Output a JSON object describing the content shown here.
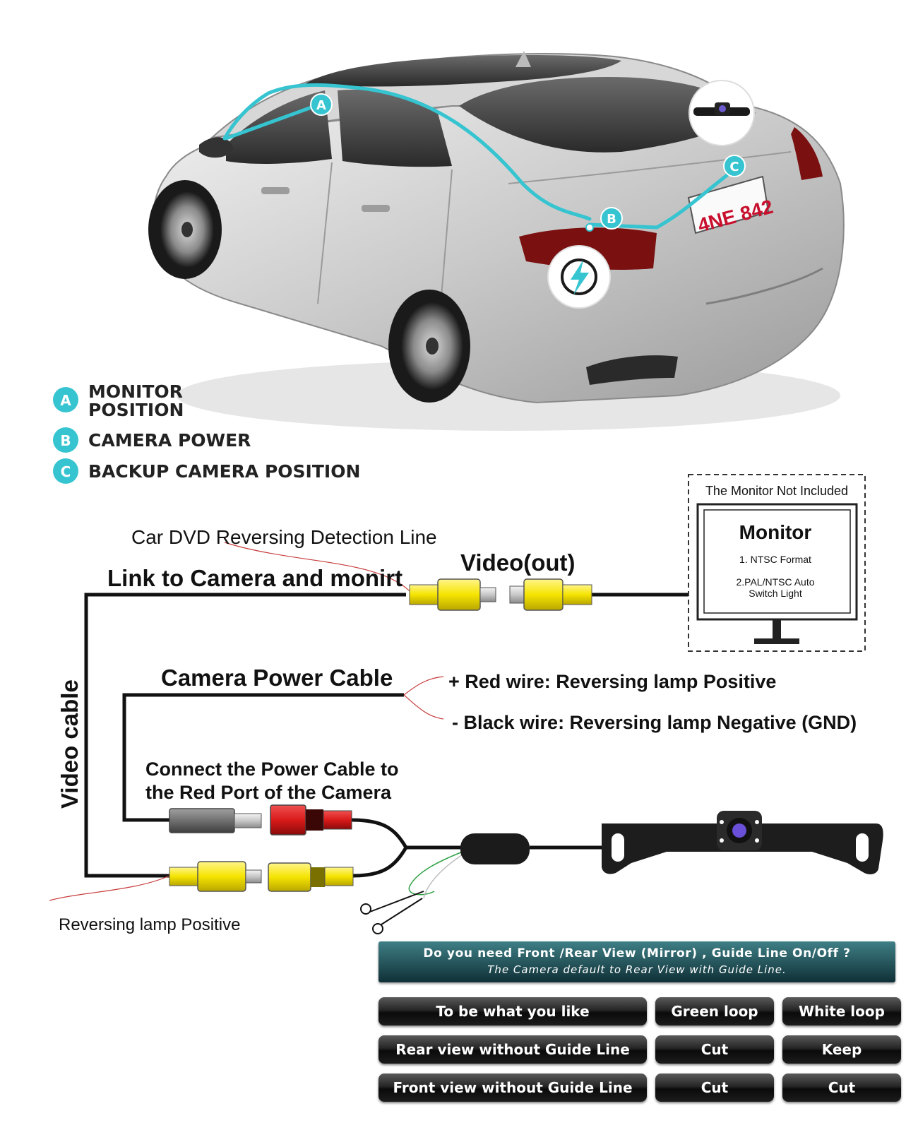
{
  "car": {
    "plate": "4NE 842"
  },
  "legend": [
    {
      "letter": "A",
      "line1": "MONITOR",
      "line2": "POSITION"
    },
    {
      "letter": "B",
      "line1": "CAMERA POWER",
      "line2": ""
    },
    {
      "letter": "C",
      "line1": "BACKUP CAMERA POSITION",
      "line2": ""
    }
  ],
  "callouts": {
    "a": "A",
    "b": "B",
    "c": "C"
  },
  "wiring": {
    "dvd_line": "Car DVD Reversing Detection Line",
    "link_camera": "Link to Camera and monirt",
    "video_out": "Video(out)",
    "video_cable": "Video cable",
    "power_cable": "Camera Power Cable",
    "red_wire": "+ Red wire: Reversing lamp Positive",
    "black_wire": "- Black wire: Reversing lamp Negative (GND)",
    "connect_line1": "Connect the Power Cable to",
    "connect_line2": "the Red Port of the Camera",
    "reversing_positive": "Reversing lamp Positive"
  },
  "monitor_box": {
    "not_included": "The Monitor Not Included",
    "title": "Monitor",
    "item1": "1. NTSC Format",
    "item2_line1": "2.PAL/NTSC Auto",
    "item2_line2": "Switch Light"
  },
  "guide_table": {
    "question": "Do you need Front /Rear View (Mirror) , Guide Line On/Off ?",
    "note": "The Camera default to Rear View with Guide Line.",
    "header": [
      "To be what you like",
      "Green loop",
      "White loop"
    ],
    "rows": [
      [
        "Rear view without Guide Line",
        "Cut",
        "Keep"
      ],
      [
        "Front view without Guide Line",
        "Cut",
        "Cut"
      ]
    ]
  },
  "colors": {
    "accent": "#35c4d0",
    "video_yellow": "#f5e400",
    "power_red": "#d91a1a",
    "wire": "#111111"
  }
}
